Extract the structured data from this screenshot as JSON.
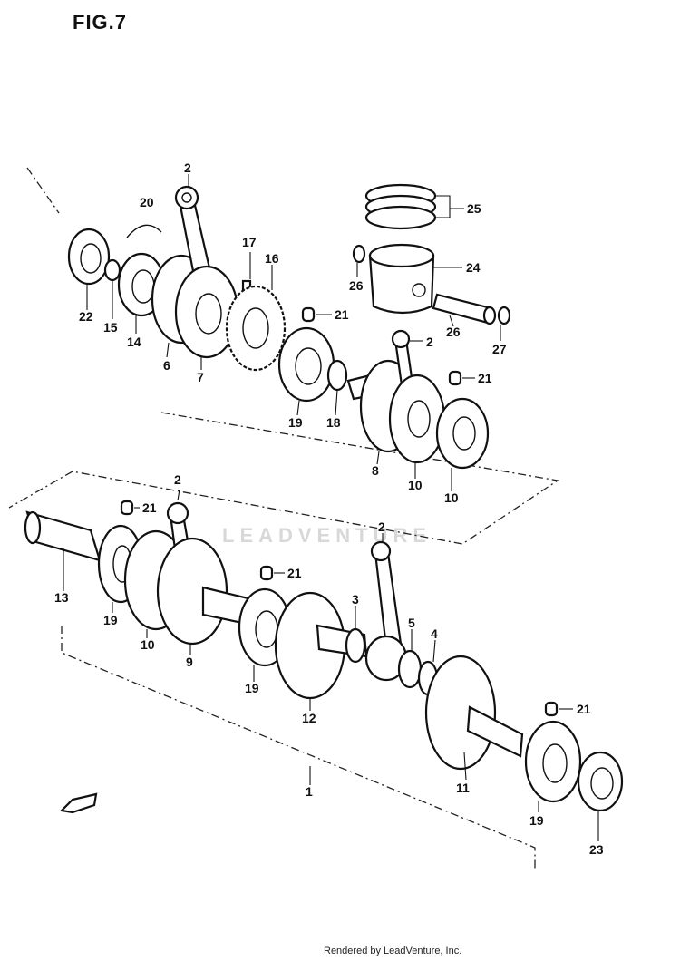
{
  "figure": {
    "title": "FIG.7"
  },
  "watermark": "LEADVENTURE",
  "footer": {
    "credit": "Rendered by LeadVenture, Inc."
  },
  "callouts": {
    "c2a": "2",
    "c20": "20",
    "c17": "17",
    "c16": "16",
    "c25": "25",
    "c24": "24",
    "c26a": "26",
    "c26b": "26",
    "c27": "27",
    "c22": "22",
    "c15": "15",
    "c14": "14",
    "c6a": "6",
    "c7": "7",
    "c21a": "21",
    "c2b": "2",
    "c21b": "21",
    "c19a": "19",
    "c18": "18",
    "c8": "8",
    "c10a": "10",
    "c10b": "10",
    "c2c": "2",
    "c21c": "21",
    "c13": "13",
    "c19b": "19",
    "c10c": "10",
    "c9": "9",
    "c21d": "21",
    "c19c": "19",
    "c12": "12",
    "c3": "3",
    "c2d": "2",
    "c5": "5",
    "c4": "4",
    "c21e": "21",
    "c11": "11",
    "c19d": "19",
    "c23": "23",
    "c1": "1"
  }
}
